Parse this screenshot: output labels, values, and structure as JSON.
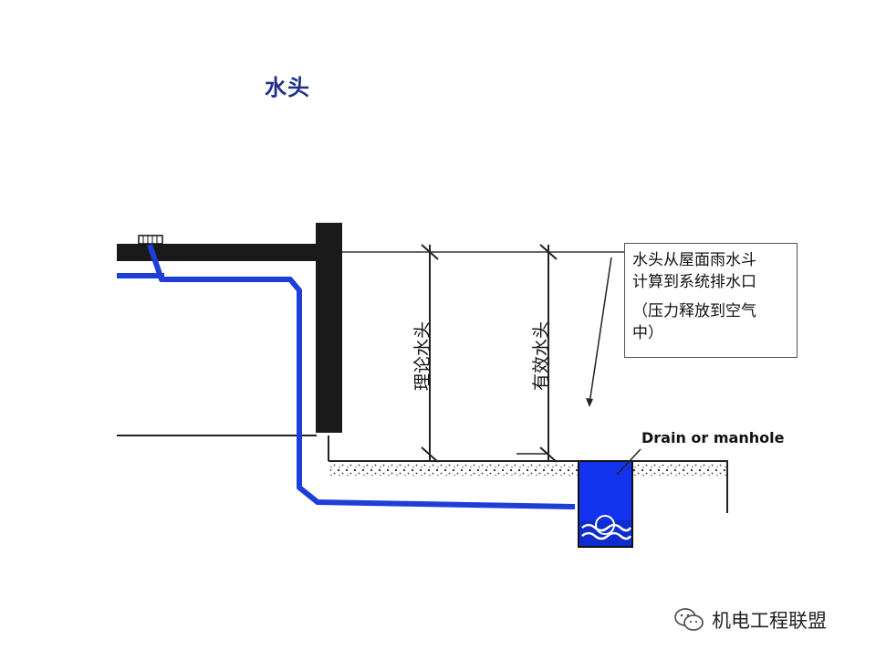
{
  "title": "水头",
  "note": {
    "line1": "水头从屋面雨水斗",
    "line2": "计算到系统排水口",
    "line3": "（压力释放到空气",
    "line4": "中）"
  },
  "labels": {
    "theoretical_head": "理论水头",
    "effective_head": "有效水头",
    "drain": "Drain or manhole"
  },
  "watermark": {
    "text": "机电工程联盟",
    "icon": "wechat-icon"
  },
  "colors": {
    "pipe": "#1e3ed8",
    "water": "#1433ee",
    "structure": "#1a1a1a",
    "title": "#1f2f8f"
  }
}
